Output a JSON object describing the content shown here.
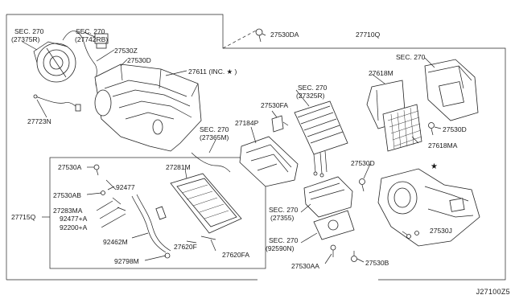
{
  "labels": {
    "sec270_27375r_a": "SEC. 270",
    "sec270_27375r_b": "(27375R)",
    "sec270_27742rb_a": "SEC. 270",
    "sec270_27742rb_b": "(27742RB)",
    "p27530z": "27530Z",
    "p27530d_top": "27530D",
    "p27611": "27611 (INC. ★ )",
    "p27723n": "27723N",
    "p27530da": "27530DA",
    "p27710q": "27710Q",
    "sec270_right": "SEC. 270",
    "p27618m": "27618M",
    "sec270_27325r_a": "SEC. 270",
    "sec270_27325r_b": "(27325R)",
    "p27530fa": "27530FA",
    "p27184p": "27184P",
    "sec270_27365m_a": "SEC. 270",
    "sec270_27365m_b": "(27365M)",
    "p27530d_right": "27530D",
    "p27618ma": "27618MA",
    "p27530a": "27530A",
    "p27281m": "27281M",
    "p92477": "92477",
    "p27530ab": "27530AB",
    "p27283ma": "27283MA",
    "p92477a": "92477+A",
    "p92200a": "92200+A",
    "p27715q": "27715Q",
    "p92462m": "92462M",
    "p27620f": "27620F",
    "p27620fa": "27620FA",
    "p92798m": "92798M",
    "p27530d_mid": "27530D",
    "sec270_27355_a": "SEC. 270",
    "sec270_27355_b": "(27355)",
    "sec270_92590n_a": "SEC. 270",
    "sec270_92590n_b": "(92590N)",
    "p27530j": "27530J",
    "p27530aa": "27530AA",
    "p27530b": "27530B",
    "star": "★"
  },
  "reference_code": "J27100Z5"
}
